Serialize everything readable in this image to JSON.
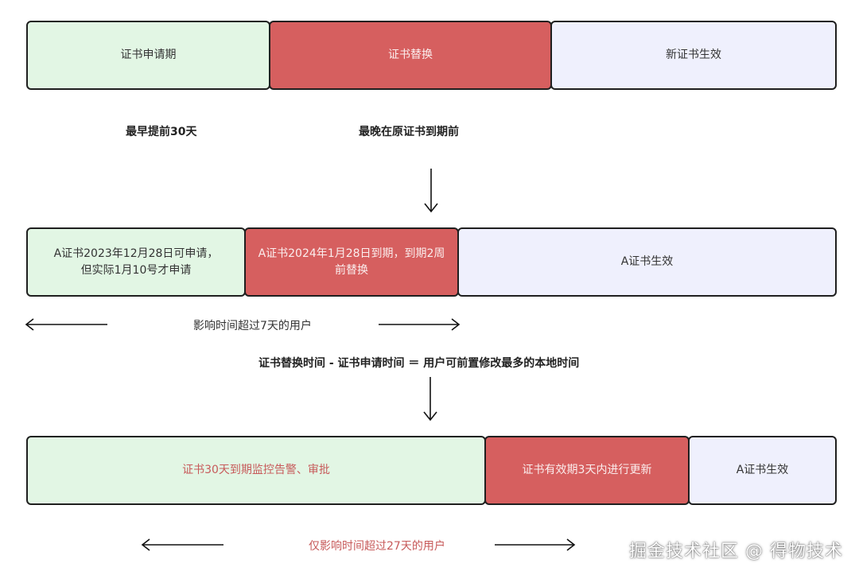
{
  "row1": {
    "apply_period": "证书申请期",
    "replace": "证书替换",
    "new_effective": "新证书生效"
  },
  "labels": {
    "earliest": "最早提前30天",
    "latest": "最晚在原证书到期前"
  },
  "row2": {
    "apply_line1": "A证书2023年12月28日可申请，",
    "apply_line2": "但实际1月10号才申请",
    "expire_line1": "A证书2024年1月28日到期，到期2周",
    "expire_line2": "前替换",
    "effective": "A证书生效"
  },
  "notes": {
    "impact_7": "影响时间超过7天的用户",
    "formula": "证书替换时间 - 证书申请时间 ＝ 用户可前置修改最多的本地时间",
    "impact_27": "仅影响时间超过27天的用户"
  },
  "row3": {
    "monitor": "证书30天到期监控告警、审批",
    "update": "证书有效期3天内进行更新",
    "effective": "A证书生效"
  },
  "watermark": "掘金技术社区 @ 得物技术",
  "colors": {
    "green": "#e2f6e4",
    "red": "#d65f5f",
    "lavender": "#eff0fd",
    "note_red": "#c75a5a"
  }
}
